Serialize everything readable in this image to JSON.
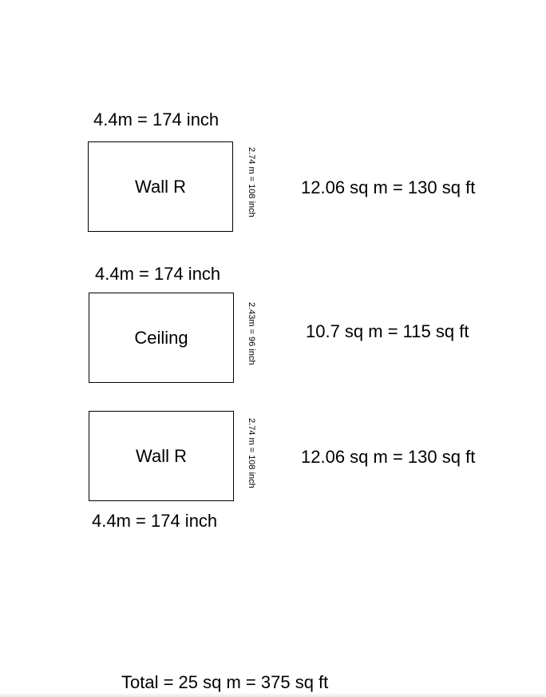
{
  "panels": [
    {
      "name": "Wall R",
      "width_label": "4.4m = 174 inch",
      "height_label": "2.74 m = 108 inch",
      "area_label": "12.06 sq m = 130 sq ft"
    },
    {
      "name": "Ceiling",
      "width_label": "4.4m = 174 inch",
      "height_label": "2.43m = 96 inch",
      "area_label": "10.7 sq m = 115 sq ft"
    },
    {
      "name": "Wall R",
      "width_label": "4.4m = 174 inch",
      "height_label": "2.74 m = 108 inch",
      "area_label": "12.06 sq m = 130 sq ft"
    }
  ],
  "total_label": "Total = 25 sq m = 375 sq ft"
}
